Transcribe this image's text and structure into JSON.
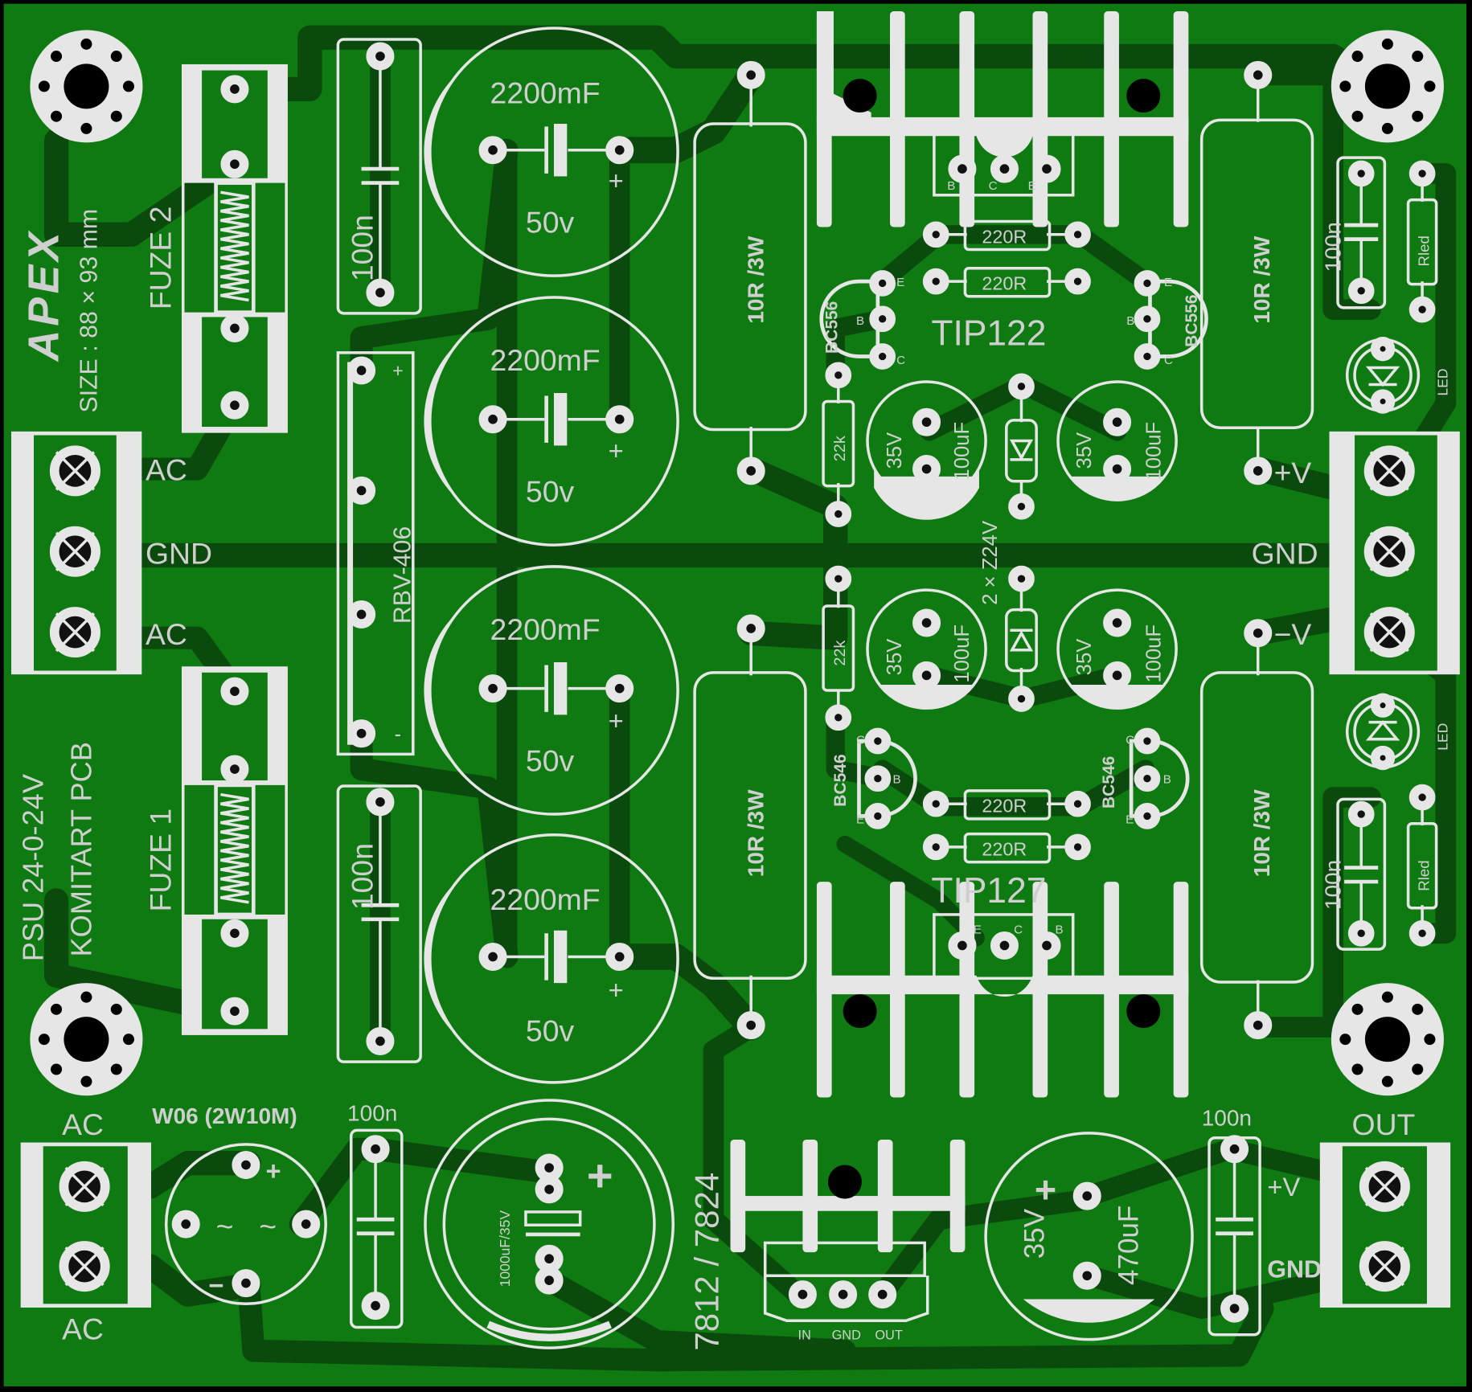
{
  "board": {
    "brand": "APEX",
    "size": "SIZE : 88 × 93 mm",
    "title_line1": "PSU 24-0-24V",
    "title_line2": "KOMITART PCB",
    "colors": {
      "substrate": "#0f7a12",
      "trace": "#0b4a0d",
      "silk": "#e6e6e6",
      "frame": "#000000"
    }
  },
  "labels": {
    "fuze2": "FUZE 2",
    "fuze1": "FUZE 1",
    "ac_top": "AC",
    "gnd_left": "GND",
    "ac_bot": "AC",
    "ac_in1": "AC",
    "ac_in2": "AC",
    "rbv": "RBV-406",
    "rbv_plus": "+",
    "rbv_minus": "-",
    "cap_big": "2200mF",
    "cap_v": "50v",
    "c100n": "100n",
    "r10": "10R /3W",
    "tip_top": "TIP122",
    "tip_bot": "TIP127",
    "bc556": "BC556",
    "bc546": "BC546",
    "r220": "220R",
    "r22k": "22k",
    "cap_100uf": "100uF",
    "cap_35v": "35V",
    "zener": "2 × Z24V",
    "pos_v": "+V",
    "gnd_right": "GND",
    "neg_v": "−V",
    "rled": "Rled",
    "led": "LED",
    "w06": "W06 (2W10M)",
    "reg": "7812 / 7824",
    "reg_in": "IN",
    "reg_gnd": "GND",
    "reg_out": "OUT",
    "cap_1000": "1000uF/35V",
    "cap_470": "470uF",
    "out": "OUT",
    "out_pos": "+V",
    "out_gnd": "GND",
    "pin_b": "B",
    "pin_c": "C",
    "pin_e": "E",
    "plus": "+",
    "minus": "−",
    "tilde": "~"
  }
}
